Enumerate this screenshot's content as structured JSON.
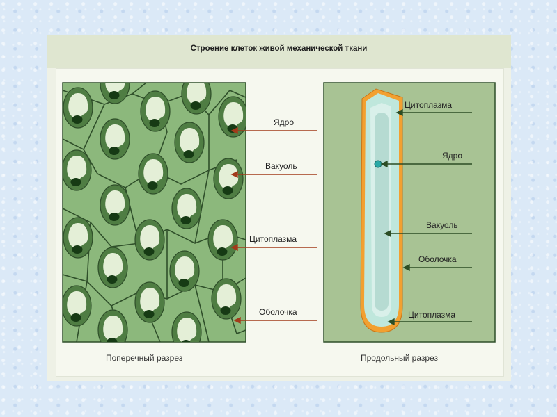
{
  "title": "Строение клеток живой механической ткани",
  "cross_section": {
    "caption": "Поперечный разрез",
    "labels": [
      "Ядро",
      "Вакуоль",
      "Цитоплазма",
      "Оболочка"
    ]
  },
  "longitudinal_section": {
    "caption": "Продольный разрез",
    "labels": [
      "Цитоплазма",
      "Ядро",
      "Вакуоль",
      "Оболочка",
      "Цитоплазма"
    ]
  },
  "colors": {
    "tissue_bg": "#8cb87c",
    "cell_wall": "#2f4f2a",
    "cytoplasm": "#4f7d43",
    "vacuole": "#e4efd7",
    "nucleus": "#163a14",
    "cross_arrow": "#a23a1a",
    "long_arrow": "#2c4d25",
    "long_panel_bg": "#a8c394",
    "tube_wall": "#f2a030",
    "tube_cytoplasm": "#bfe7dc",
    "tube_nucleus": "#2aa9a6"
  }
}
